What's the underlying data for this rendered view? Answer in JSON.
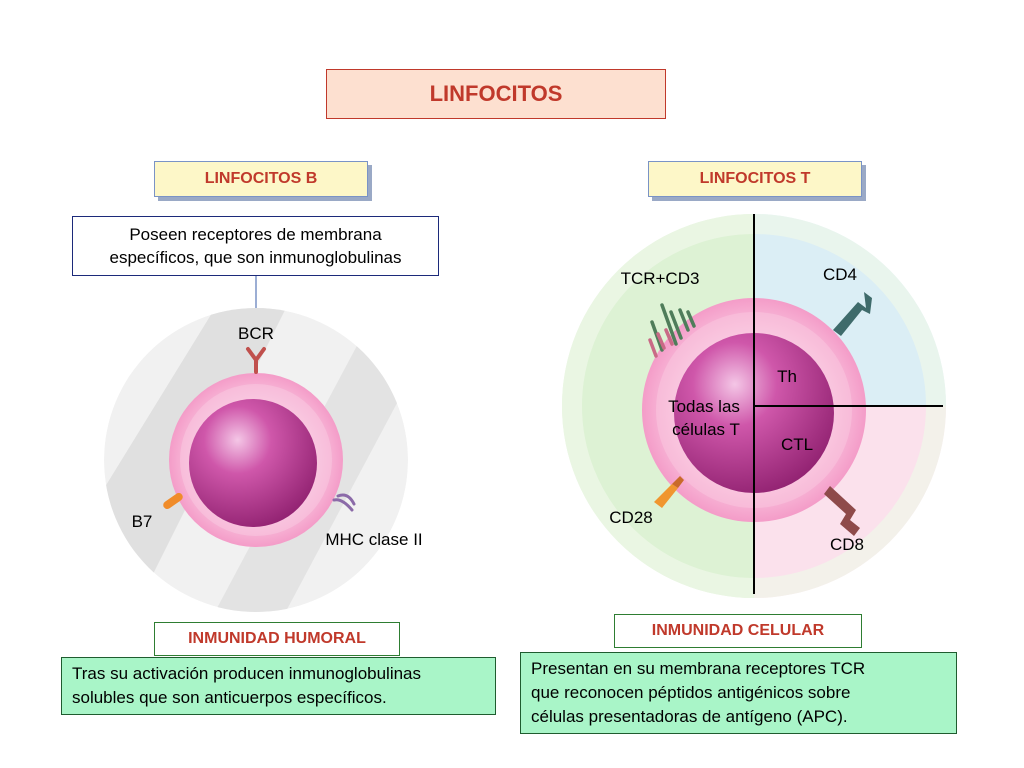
{
  "title": "LINFOCITOS",
  "b_cells": {
    "header": "LINFOCITOS B",
    "note_line1": "Poseen receptores de membrana",
    "note_line2": "específicos, que son inmunoglobulinas",
    "labels": {
      "bcr": "BCR",
      "b7": "B7",
      "mhc": "MHC clase II"
    },
    "immunity": "INMUNIDAD HUMORAL",
    "desc_line1": "Tras su activación producen inmunoglobulinas",
    "desc_line2": "solubles que son anticuerpos específicos."
  },
  "t_cells": {
    "header": "LINFOCITOS T",
    "labels": {
      "tcr": "TCR+CD3",
      "cd4": "CD4",
      "th": "Th",
      "todas_line1": "Todas las",
      "todas_line2": "células T",
      "ctl": "CTL",
      "cd28": "CD28",
      "cd8": "CD8"
    },
    "immunity": "INMUNIDAD CELULAR",
    "desc_line1": "Presentan en su membrana receptores TCR",
    "desc_line2": "que reconocen péptidos antigénicos sobre",
    "desc_line3": "células presentadoras de antígeno (APC)."
  },
  "colors": {
    "title_text": "#c0392b",
    "title_bg": "#fde0d0",
    "header_bg": "#fdf7c8",
    "desc_bg": "#a9f5c8",
    "cell_membrane": "#f6a8cf",
    "nucleus": "#c23d9a"
  }
}
